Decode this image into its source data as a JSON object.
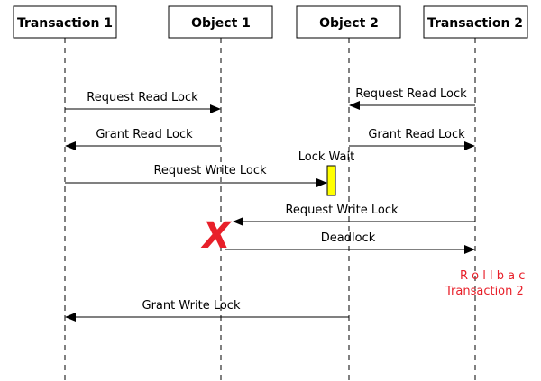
{
  "participants": {
    "transaction_1": "Transaction 1",
    "object_1": "Object 1",
    "object_2": "Object 2",
    "transaction_2": "Transaction 2"
  },
  "messages": {
    "t1_request_read_lock": "Request Read Lock",
    "t2_request_read_lock": "Request Read Lock",
    "o1_grant_read_lock": "Grant Read Lock",
    "o2_grant_read_lock": "Grant Read Lock",
    "t1_request_write_lock": "Request Write Lock",
    "t2_request_write_lock": "Request Write Lock",
    "deadlock": "Deadlock",
    "grant_write_lock": "Grant Write Lock"
  },
  "notes": {
    "lock_wait": "Lock Wait",
    "deadlock_mark": "X",
    "rollback_line1": "R o l l b a c",
    "rollback_line2": "Transaction 2"
  },
  "colors": {
    "line": "#000000",
    "lock_wait_bar": "#ffff00",
    "deadlock": "#e8202a",
    "rollback": "#e8202a"
  }
}
